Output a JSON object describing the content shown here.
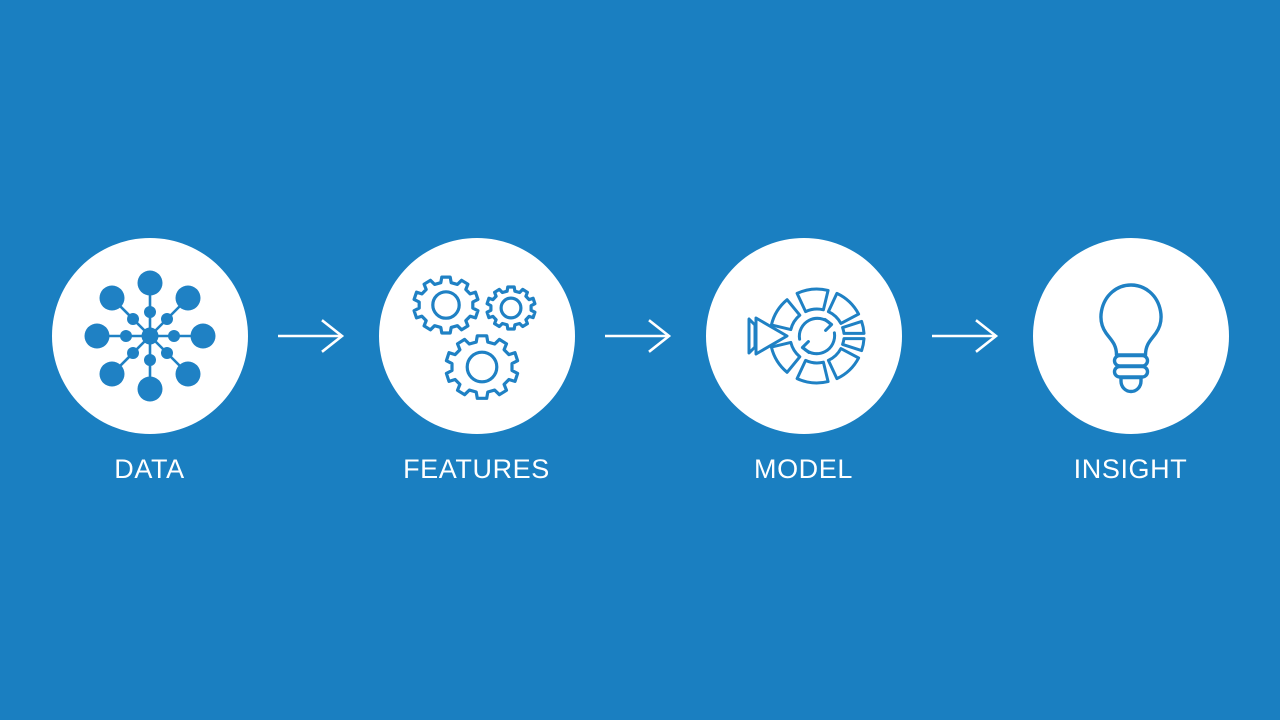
{
  "slide": {
    "background_color": "#1a7fc1",
    "accent_color": "#1f81c4",
    "disc_color": "#ffffff",
    "label_color": "#ffffff",
    "title": "DATA FEATURES MODEL INSIGHT pipeline"
  },
  "pipeline": {
    "stages": [
      {
        "label": "DATA",
        "icon": "network-nodes-icon",
        "icon_description": "hub and spoke network of circular nodes"
      },
      {
        "label": "FEATURES",
        "icon": "gears-icon",
        "icon_description": "three outlined cogwheels"
      },
      {
        "label": "MODEL",
        "icon": "segmented-wheel-refresh-icon",
        "icon_description": "segmented ring with circular refresh arrows and feed triangles"
      },
      {
        "label": "INSIGHT",
        "icon": "lightbulb-icon",
        "icon_description": "outlined incandescent light bulb"
      }
    ],
    "connectors": [
      {
        "icon": "arrow-right-icon"
      },
      {
        "icon": "arrow-right-icon"
      },
      {
        "icon": "arrow-right-icon"
      }
    ]
  }
}
